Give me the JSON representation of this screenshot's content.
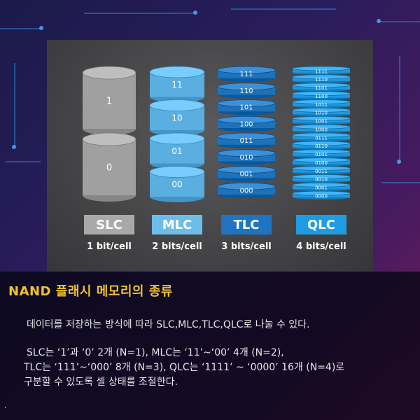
{
  "diagram": {
    "columns": [
      {
        "type": "SLC",
        "bits": "1 bit/cell",
        "color": "#a0a0a0",
        "label_bg": "#a9a9a9",
        "cells": [
          "1",
          "0"
        ]
      },
      {
        "type": "MLC",
        "bits": "2 bits/cell",
        "color": "#5aaee0",
        "label_bg": "#6dbde8",
        "cells": [
          "11",
          "10",
          "01",
          "00"
        ]
      },
      {
        "type": "TLC",
        "bits": "3 bits/cell",
        "color": "#1f72b8",
        "label_bg": "#1e74c0",
        "cells": [
          "111",
          "110",
          "101",
          "100",
          "011",
          "010",
          "001",
          "000"
        ]
      },
      {
        "type": "QLC",
        "bits": "4 bits/cell",
        "color": "#2596d8",
        "label_bg": "#1f9be0",
        "cells": [
          "1111",
          "1110",
          "1101",
          "1100",
          "1011",
          "1010",
          "1001",
          "1000",
          "0111",
          "0110",
          "0101",
          "0100",
          "0011",
          "0010",
          "0001",
          "0000"
        ]
      }
    ]
  },
  "text": {
    "heading": "NAND 플래시 메모리의 종류",
    "bullet_glyph": "",
    "p1": "데이터를 저장하는 방식에 따라 SLC,MLC,TLC,QLC로 나눌 수 있다.",
    "p2_line1": "SLC는 ‘1’과 ‘0’ 2개 (N=1), MLC는 ‘11’~‘00’ 4개 (N=2),",
    "p2_line2": "TLC는 ‘111’~‘000’ 8개 (N=3), QLC는 ‘1111’ ~ ‘0000’ 16개 (N=4)로",
    "p2_line3": "구분할 수 있도록 셀 상태를 조절한다.",
    "dot": "."
  }
}
